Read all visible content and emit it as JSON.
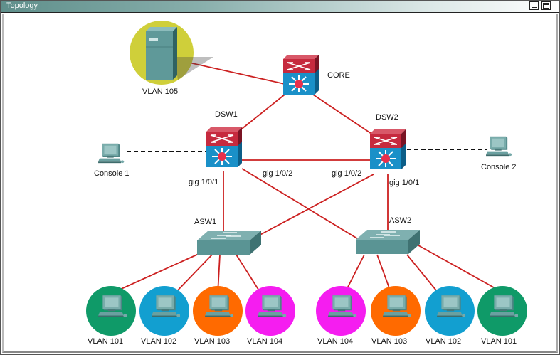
{
  "window": {
    "title": "Topology",
    "minimize_icon": "minimize-icon",
    "maximize_icon": "maximize-icon"
  },
  "devices": {
    "server": {
      "label": "VLAN 105",
      "icon": "server-icon",
      "halo_color": "#cfcf3a"
    },
    "core": {
      "label": "CORE",
      "icon": "multilayer-switch-icon"
    },
    "dsw1": {
      "label": "DSW1",
      "icon": "multilayer-switch-icon"
    },
    "dsw2": {
      "label": "DSW2",
      "icon": "multilayer-switch-icon"
    },
    "asw1": {
      "label": "ASW1",
      "icon": "switch-icon"
    },
    "asw2": {
      "label": "ASW2",
      "icon": "switch-icon"
    },
    "console1": {
      "label": "Console 1",
      "icon": "pc-icon"
    },
    "console2": {
      "label": "Console 2",
      "icon": "pc-icon"
    },
    "hosts": [
      {
        "label": "VLAN 101",
        "color": "#0f9a68"
      },
      {
        "label": "VLAN 102",
        "color": "#129fd0"
      },
      {
        "label": "VLAN 103",
        "color": "#ff6a00"
      },
      {
        "label": "VLAN 104",
        "color": "#f51df0"
      },
      {
        "label": "VLAN 104",
        "color": "#f51df0"
      },
      {
        "label": "VLAN 103",
        "color": "#ff6a00"
      },
      {
        "label": "VLAN 102",
        "color": "#129fd0"
      },
      {
        "label": "VLAN 101",
        "color": "#0f9a68"
      }
    ]
  },
  "ports": {
    "dsw1_down": "gig 1/0/1",
    "dsw1_cross": "gig 1/0/2",
    "dsw2_cross": "gig 1/0/2",
    "dsw2_down": "gig 1/0/1"
  },
  "colors": {
    "link": "#cc2020",
    "console_link": "#111111",
    "switch_teal": "#5a9a9a",
    "ml_switch_blue": "#1a90c8",
    "ml_switch_red": "#c8283c"
  }
}
